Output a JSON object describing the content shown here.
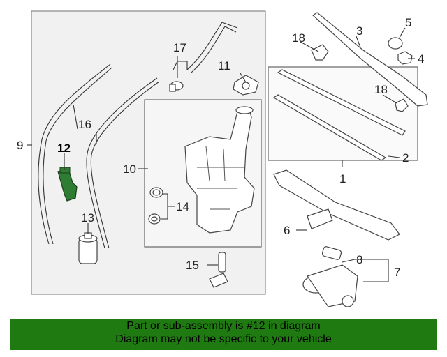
{
  "diagram": {
    "callouts": {
      "c1": "1",
      "c2": "2",
      "c3": "3",
      "c4": "4",
      "c5": "5",
      "c6": "6",
      "c7": "7",
      "c8": "8",
      "c9": "9",
      "c10": "10",
      "c11": "11",
      "c12": "12",
      "c13": "13",
      "c14": "14",
      "c15": "15",
      "c16": "16",
      "c17": "17",
      "c18a": "18",
      "c18b": "18"
    },
    "highlight_part": "12",
    "highlight_color": "#2e7d32"
  },
  "footer": {
    "line1": "Part or sub-assembly is #12 in diagram",
    "line2": "Diagram may not be specific to your vehicle",
    "background": "#1f7a12"
  }
}
